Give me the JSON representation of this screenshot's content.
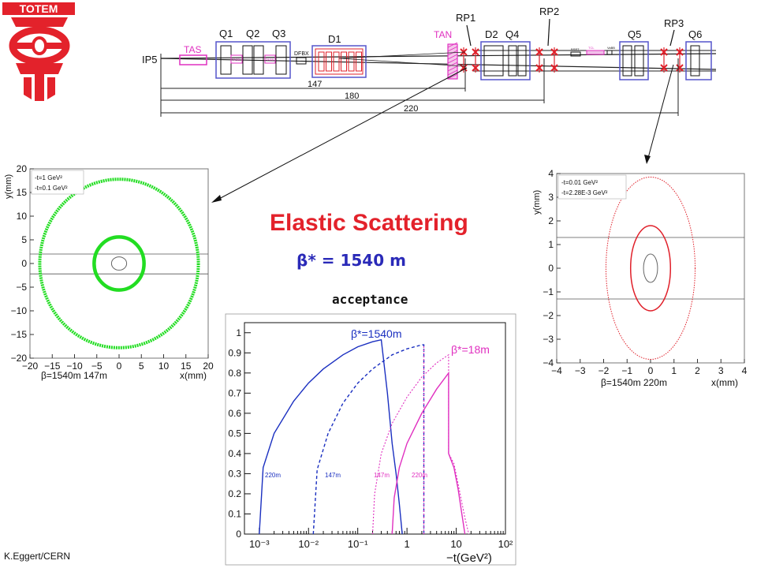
{
  "title": "Elastic Scattering",
  "beta_label": "β* = 1540 m",
  "acceptance_label": "acceptance",
  "credit": "K.Eggert/CERN",
  "logo_text": "TOTEM",
  "colors": {
    "title": "#e3222b",
    "beta": "#2a2ab8",
    "beamline": "#5555cc",
    "magenta": "#e030c0",
    "green": "#22dd22",
    "red": "#e0202a",
    "blue": "#1a2fc0"
  },
  "beamline": {
    "ip_label": "IP5",
    "components": [
      "TAS",
      "Q1",
      "Q2",
      "Q3",
      "D1",
      "TAN",
      "D2",
      "Q4",
      "Q5",
      "Q6",
      "DFBX"
    ],
    "rp_labels": [
      "RP1",
      "RP2",
      "RP3"
    ],
    "small_labels": [
      "TASB",
      "TASB",
      "BSRT",
      "TCL",
      "VaBB"
    ],
    "distances": [
      "147",
      "180",
      "220"
    ]
  },
  "chart_data": [
    {
      "type": "scatter",
      "panel": "left",
      "legend": [
        "-t=1 GeV²",
        "-t=0.1 GeV²"
      ],
      "xlabel": "x(mm)",
      "ylabel": "y(mm)",
      "note": "β=1540m  147m",
      "xlim": [
        -20,
        20
      ],
      "ylim": [
        -20,
        20
      ],
      "xticks": [
        "−20",
        "−15",
        "−10",
        "−5",
        "0",
        "5",
        "10",
        "15",
        "20"
      ],
      "yticks": [
        "20",
        "15",
        "10",
        "5",
        "0",
        "−5",
        "−10",
        "−15",
        "−20"
      ],
      "ellipses": [
        {
          "name": "-t=1 GeV²",
          "cx": 0,
          "cy": 0,
          "rx": 17.8,
          "ry": 17.8
        },
        {
          "name": "-t=0.1 GeV²",
          "cx": 0,
          "cy": 0,
          "rx": 5.6,
          "ry": 5.6
        },
        {
          "name": "beam",
          "cx": 0,
          "cy": 0,
          "rx": 1.7,
          "ry": 1.4
        }
      ],
      "hlines": [
        2,
        -2.2
      ]
    },
    {
      "type": "scatter",
      "panel": "right",
      "legend": [
        "-t=0.01 GeV²",
        "-t=2.28E-3 GeV²"
      ],
      "xlabel": "x(mm)",
      "ylabel": "y(mm)",
      "note": "β=1540m  220m",
      "xlim": [
        -4,
        4
      ],
      "ylim": [
        -4,
        4
      ],
      "xticks": [
        "−4",
        "−3",
        "−2",
        "−1",
        "0",
        "1",
        "2",
        "3",
        "4"
      ],
      "yticks": [
        "4",
        "3",
        "2",
        "1",
        "0",
        "−1",
        "−2",
        "−3",
        "−4"
      ],
      "ellipses": [
        {
          "name": "-t=0.01 GeV²",
          "cx": 0,
          "cy": 0,
          "rx": 1.9,
          "ry": 3.85
        },
        {
          "name": "-t=2.28E-3 GeV²",
          "cx": 0,
          "cy": 0,
          "rx": 0.85,
          "ry": 1.8
        },
        {
          "name": "beam",
          "cx": 0,
          "cy": 0,
          "rx": 0.3,
          "ry": 0.6
        }
      ],
      "hlines": [
        1.3,
        -1.3
      ]
    },
    {
      "type": "line",
      "panel": "acceptance",
      "xscale": "log",
      "xlabel": "−t(GeV²)",
      "xlim": [
        0.0005,
        100
      ],
      "ylim": [
        0,
        1.05
      ],
      "xtick_labels": [
        "10⁻³",
        "10⁻²",
        "10⁻¹",
        "1",
        "10",
        "10²"
      ],
      "yticks": [
        0,
        0.1,
        0.2,
        0.3,
        0.4,
        0.5,
        0.6,
        0.7,
        0.8,
        0.9,
        1
      ],
      "group_labels": [
        "β*=1540m",
        "β*=18m"
      ],
      "series": [
        {
          "name": "220m",
          "group": "β*=1540m",
          "style": "solid",
          "x": [
            0.001,
            0.0012,
            0.002,
            0.005,
            0.01,
            0.02,
            0.05,
            0.1,
            0.2,
            0.3,
            0.4,
            0.5,
            0.6,
            0.7,
            0.8
          ],
          "y": [
            0,
            0.33,
            0.5,
            0.66,
            0.75,
            0.82,
            0.89,
            0.93,
            0.955,
            0.965,
            0.7,
            0.45,
            0.3,
            0.15,
            0
          ]
        },
        {
          "name": "147m",
          "group": "β*=1540m",
          "style": "dashed",
          "x": [
            0.0125,
            0.015,
            0.025,
            0.05,
            0.1,
            0.2,
            0.5,
            1,
            2,
            2.2,
            2.2
          ],
          "y": [
            0,
            0.32,
            0.5,
            0.65,
            0.75,
            0.82,
            0.89,
            0.92,
            0.94,
            0.94,
            0
          ]
        },
        {
          "name": "147m",
          "group": "β*=18m",
          "style": "dotted",
          "x": [
            0.2,
            0.22,
            0.3,
            0.5,
            1,
            2,
            4,
            7,
            7,
            9,
            12,
            15,
            18
          ],
          "y": [
            0,
            0.2,
            0.4,
            0.55,
            0.68,
            0.78,
            0.85,
            0.89,
            0.4,
            0.35,
            0.2,
            0.08,
            0
          ]
        },
        {
          "name": "220m",
          "group": "β*=18m",
          "style": "solid",
          "x": [
            0.5,
            0.55,
            0.7,
            1,
            2,
            4,
            7,
            7,
            9,
            11,
            13,
            15
          ],
          "y": [
            0,
            0.18,
            0.33,
            0.45,
            0.6,
            0.72,
            0.8,
            0.4,
            0.33,
            0.22,
            0.1,
            0
          ]
        },
        {
          "name": "220m",
          "group": "β*=18m",
          "style": "dotted-vertical",
          "x": [
            2.2,
            2.2
          ],
          "y": [
            0,
            0.94
          ]
        }
      ]
    }
  ]
}
